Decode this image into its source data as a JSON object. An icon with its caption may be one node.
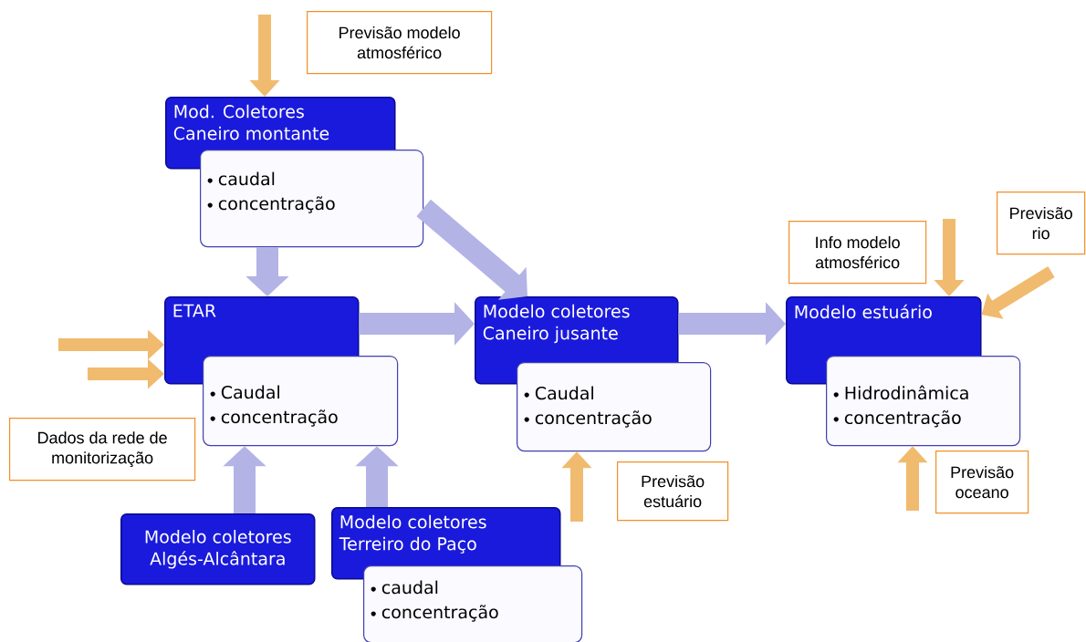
{
  "diagram": {
    "nodes": [
      {
        "text": [
          "Previsão modelo atmosférico"
        ]
      },
      {
        "text": [
          "Mod. Coletores Caneiro montante"
        ]
      },
      {
        "text": [
          "caudal",
          "concentração"
        ]
      },
      {
        "text": [
          "ETAR"
        ]
      },
      {
        "text": [
          "Caudal",
          "concentração"
        ]
      },
      {
        "text": [
          "Dados da rede de monitorização"
        ]
      },
      {
        "text": [
          "Modelo coletores Caneiro jusante"
        ]
      },
      {
        "text": [
          "Caudal",
          "concentração"
        ]
      },
      {
        "text": [
          "Previsão estuário"
        ]
      },
      {
        "text": [
          "Modelo coletores Algés-Alcântara"
        ]
      },
      {
        "text": [
          "Modelo coletores Terreiro do Paço"
        ]
      },
      {
        "text": [
          "caudal",
          "concentração"
        ]
      },
      {
        "text": [
          "Modelo estuário"
        ]
      },
      {
        "text": [
          "Hidrodinâmica",
          "concentração"
        ]
      },
      {
        "text": [
          "Info modelo atmosférico"
        ]
      },
      {
        "text": [
          "Previsão rio"
        ]
      },
      {
        "text": [
          "Previsão oceano"
        ]
      }
    ],
    "edges": [
      {
        "from": 2,
        "to": 3,
        "arrow": "to",
        "color": "#b3b3e6"
      },
      {
        "from": 2,
        "to": 6,
        "arrow": "to",
        "color": "#b3b3e6"
      },
      {
        "from": 3,
        "to": 6,
        "arrow": "to",
        "color": "#b3b3e6"
      },
      {
        "from": 6,
        "to": 12,
        "arrow": "to",
        "color": "#b3b3e6"
      },
      {
        "from": 9,
        "to": 4,
        "arrow": "to",
        "color": "#b3b3e6"
      },
      {
        "from": 10,
        "to": 4,
        "arrow": "to",
        "color": "#b3b3e6"
      },
      {
        "from": null,
        "to": 1,
        "arrow": "to",
        "color": "#f0bb6f"
      },
      {
        "from": null,
        "to": 3,
        "arrow": "to",
        "color": "#f0bb6f"
      },
      {
        "from": null,
        "to": 3,
        "arrow": "to",
        "color": "#f0bb6f"
      },
      {
        "from": null,
        "to": 7,
        "arrow": "to",
        "color": "#f0bb6f"
      },
      {
        "from": null,
        "to": 12,
        "arrow": "to",
        "color": "#f0bb6f"
      },
      {
        "from": null,
        "to": 12,
        "arrow": "to",
        "color": "#f0bb6f"
      },
      {
        "from": null,
        "to": 13,
        "arrow": "to",
        "color": "#f0bb6f"
      }
    ]
  }
}
